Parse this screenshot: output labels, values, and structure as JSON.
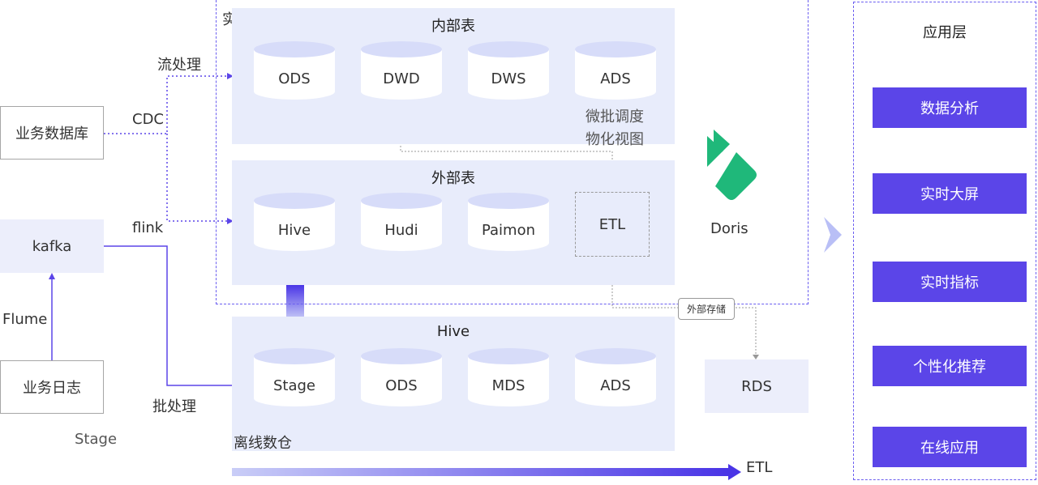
{
  "sources": {
    "db": "业务数据库",
    "kafka": "kafka",
    "log": "业务日志",
    "stage_label": "Stage"
  },
  "flow_labels": {
    "stream": "流处理",
    "cdc": "CDC",
    "flink": "flink",
    "flume": "Flume",
    "batch": "批处理"
  },
  "realtime": {
    "title": "实时数仓",
    "internal": {
      "title": "内部表",
      "tables": [
        "ODS",
        "DWD",
        "DWS",
        "ADS"
      ],
      "arrow_note_1": "微批调度",
      "arrow_note_2": "物化视图"
    },
    "external": {
      "title": "外部表",
      "tables": [
        "Hive",
        "Hudi",
        "Paimon"
      ],
      "etl": "ETL"
    }
  },
  "doris": {
    "name": "Doris"
  },
  "offline": {
    "panel_title": "Hive",
    "tables": [
      "Stage",
      "ODS",
      "MDS",
      "ADS"
    ],
    "title": "离线数仓",
    "etl": "ETL"
  },
  "external_storage": "外部存储",
  "rds": "RDS",
  "app_layer": {
    "title": "应用层",
    "items": [
      "数据分析",
      "实时大屏",
      "实时指标",
      "个性化推荐",
      "在线应用"
    ]
  },
  "colors": {
    "accent": "#5b45e8",
    "panel": "#e8ecfb",
    "doris_green": "#1fb87a"
  }
}
